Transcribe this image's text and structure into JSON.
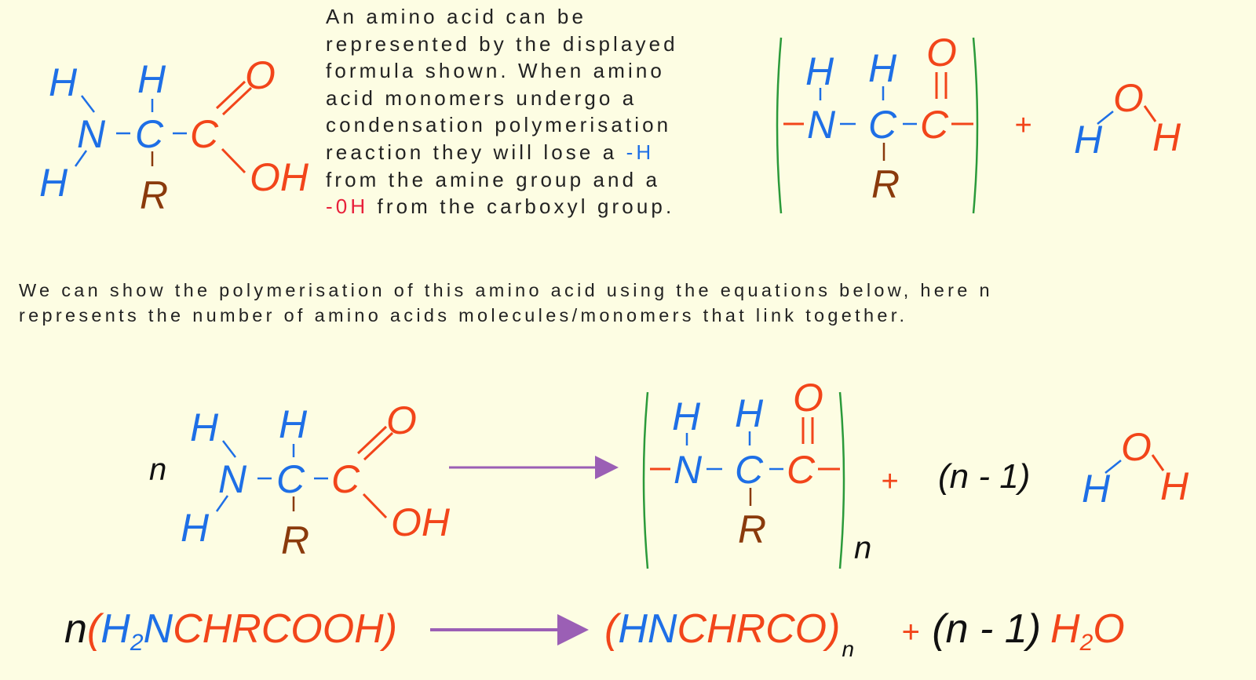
{
  "intro": {
    "lines": [
      "An amino acid can be",
      "represented by the displayed",
      "formula shown.  When amino",
      "acid monomers undergo a",
      "condensation polymerisation"
    ],
    "line6": "reaction they will lose a ",
    "lost_h": "-H",
    "line7": "from the amine group and a",
    "lost_oh": "-0H",
    "line8_rest": " from the carboxyl group."
  },
  "middle": {
    "lines": [
      "We can show the polymerisation of this amino acid using the equations below, here n",
      "represents the number of amino acids molecules/monomers that link together."
    ]
  },
  "atoms": {
    "H": "H",
    "N": "N",
    "C": "C",
    "O": "O",
    "R": "R",
    "OH": "OH"
  },
  "reaction": {
    "n": "n",
    "plus": "+",
    "n_minus_1": "(n - 1)",
    "subscript_n": "n"
  },
  "equation": {
    "n": "n",
    "open": "(",
    "H2": "H",
    "sub2": "2",
    "N": "N",
    "rest": "CHRCOOH",
    "close": ")",
    "prod_open": "(",
    "prod_HN": "HN",
    "prod_rest": "CHRCO",
    "prod_close": ")",
    "prod_sub": "n",
    "plus": "+",
    "coef": "(n - 1)",
    "water_H": "H",
    "water_sub": "2",
    "water_O": "O"
  },
  "colors": {
    "background": "#fdfde3",
    "nitrogen_side": "#1e6fe6",
    "carboxyl_side": "#f2451a",
    "r_group": "#8a3a0c",
    "bracket": "#2b9a3a",
    "arrow": "#9b5fb5"
  }
}
